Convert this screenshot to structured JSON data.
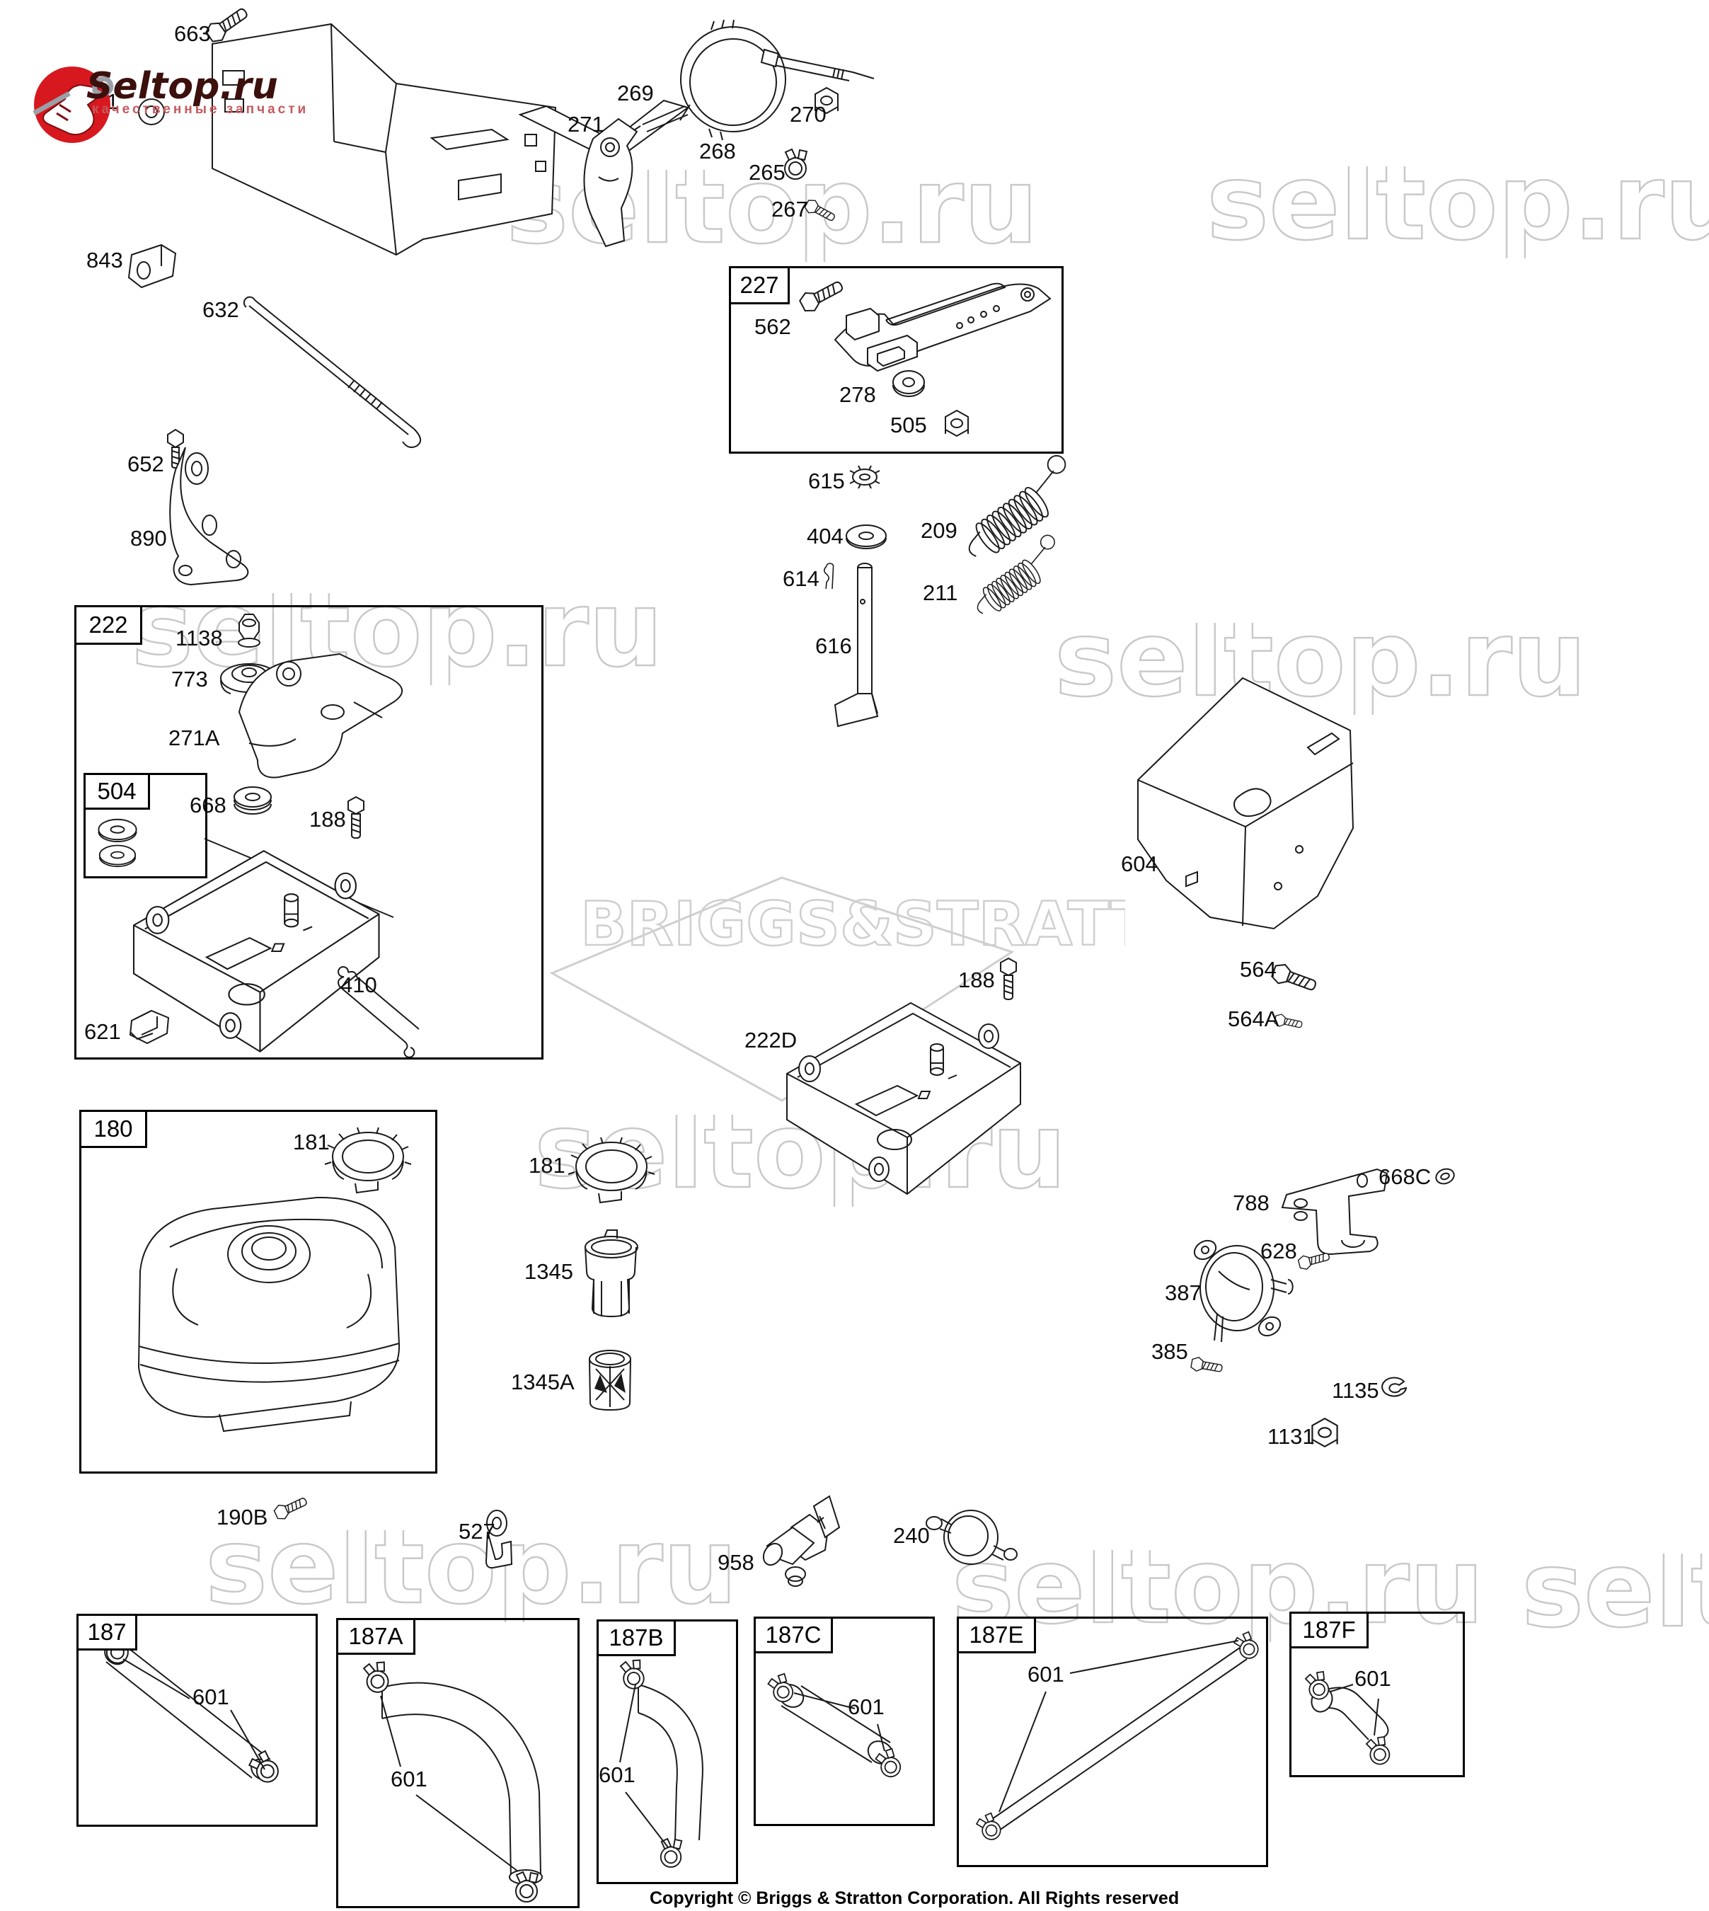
{
  "logo": {
    "title": "Seltop.ru",
    "subtitle": "качественные запчасти",
    "circle_color": "#d7181f"
  },
  "watermark": {
    "site": "seltop.ru",
    "brand": "BRIGGS&STRATTON",
    "color": "#c9c9c9"
  },
  "footer": {
    "copyright": "Copyright © Briggs & Stratton Corporation. All Rights reserved"
  },
  "boxes": {
    "b227": "227",
    "b222": "222",
    "b504": "504",
    "b180": "180",
    "b187": "187",
    "b187A": "187A",
    "b187B": "187B",
    "b187C": "187C",
    "b187E": "187E",
    "b187F": "187F"
  },
  "labels": {
    "663": "663",
    "231": "231",
    "269": "269",
    "271": "271",
    "268": "268",
    "270": "270",
    "265": "265",
    "267": "267",
    "843": "843",
    "632": "632",
    "652": "652",
    "890": "890",
    "562": "562",
    "278": "278",
    "505": "505",
    "615": "615",
    "404": "404",
    "614": "614",
    "616": "616",
    "209": "209",
    "211": "211",
    "604": "604",
    "564": "564",
    "564A": "564A",
    "1138": "1138",
    "773": "773",
    "271A": "271A",
    "668": "668",
    "188": "188",
    "410": "410",
    "621": "621",
    "222D": "222D",
    "181": "181",
    "1345": "1345",
    "1345A": "1345A",
    "788": "788",
    "668C": "668C",
    "628": "628",
    "387": "387",
    "385": "385",
    "1135": "1135",
    "1131": "1131",
    "190B": "190B",
    "527": "527",
    "958": "958",
    "240": "240",
    "601": "601"
  }
}
